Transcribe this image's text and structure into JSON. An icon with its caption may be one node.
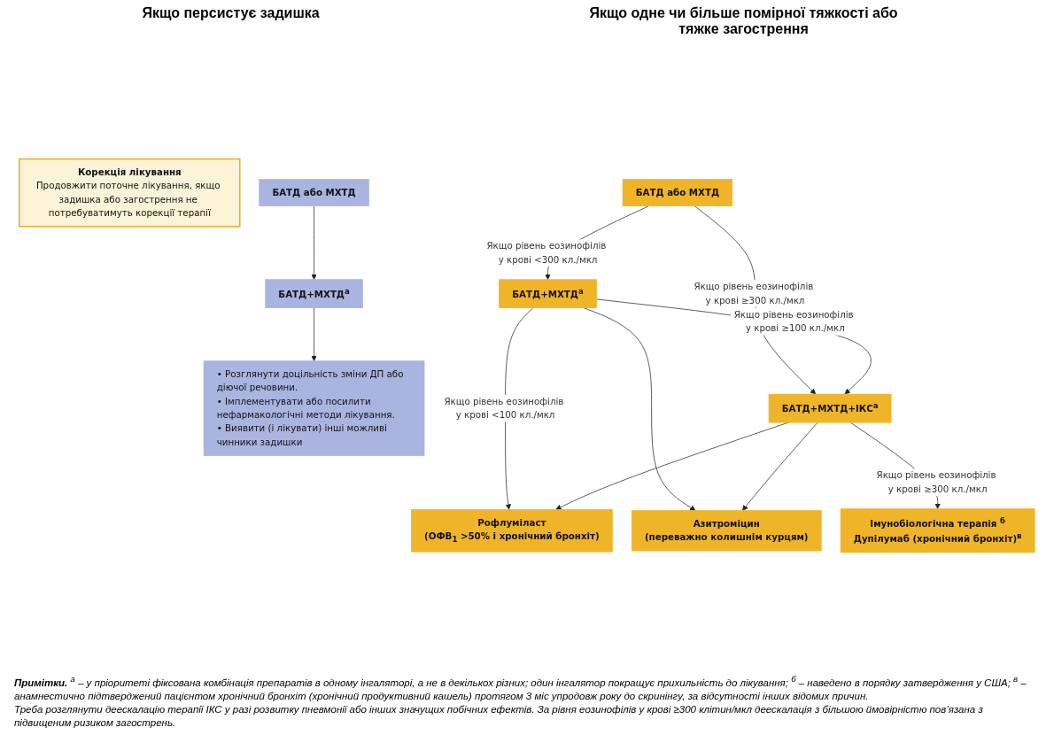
{
  "diagram": {
    "nodes": [
      {
        "text": [
          "Корекція лікування",
          "Продовжити поточне лікування, якщо задишка або загострення не потребуватимуть корекції терапії"
        ]
      },
      {
        "text": [
          "БАТД або МХТД"
        ]
      },
      {
        "text": [
          "БАТД+МХТД$^{а}$"
        ]
      },
      {
        "text": [
          "• Розглянути доцільність зміни ДП або діючої речовини.",
          "• Імплементувати або посилити нефармакологічні методи лікування.",
          "• Виявити (і лікувати) інші можливі чинники задишки"
        ]
      },
      {
        "text": [
          "БАТД або МХТД"
        ]
      },
      {
        "text": [
          "БАТД+МХТД$^{а}$"
        ]
      },
      {
        "text": [
          "БАТД+МХТД+ІКС$^{а}$"
        ]
      },
      {
        "text": [
          "Рофлуміласт",
          "(ОФВ$_{1}$ >50% і хронічний бронхіт)"
        ]
      },
      {
        "text": [
          "Азитроміцин",
          "(переважно колишнім курцям)"
        ]
      },
      {
        "text": [
          "Імунобіологічна терапія $^{б}$",
          "Дупілумаб (хронічний бронхіт)$^{в}$"
        ]
      }
    ],
    "edges": [
      {
        "from": 1,
        "to": 2,
        "arrow": "to"
      },
      {
        "from": 2,
        "to": 3,
        "arrow": "to"
      },
      {
        "from": 4,
        "to": 5,
        "arrow": "to",
        "label": "Якщо рівень еозинофілів у крові <300 кл./мкл"
      },
      {
        "from": 4,
        "to": 6,
        "arrow": "to",
        "label": "Якщо рівень еозинофілів у крові ≥300 кл./мкл"
      },
      {
        "from": 5,
        "to": 6,
        "arrow": "to",
        "label": "Якщо рівень еозинофілів у крові ≥100 кл./мкл"
      },
      {
        "from": 5,
        "to": 7,
        "arrow": "to",
        "label": "Якщо рівень еозинофілів у крові <100 кл./мкл"
      },
      {
        "from": 5,
        "to": 8,
        "arrow": "to"
      },
      {
        "from": 6,
        "to": 7,
        "arrow": "to"
      },
      {
        "from": 6,
        "to": 8,
        "arrow": "to"
      },
      {
        "from": 6,
        "to": 9,
        "arrow": "to",
        "label": "Якщо рівень еозинофілів у крові ≥300 кл./мкл"
      }
    ],
    "labels": [
      "Якщо персистує задишка",
      "Якщо одне чи більше помірної тяжкості або тяжке загострення",
      "**Примітки.** $^{а}$ – у пріоритеті фіксована комбінація препаратів в одному інгаляторі, а не в декількох різних; один інгалятор покращує прихильність до лікування; $^{б}$ – наведено в порядку затвердження у США; $^{в}$ – анамнестично підтверджений пацієнтом хронічний бронхіт (хронічний продуктивний кашель) протягом 3 міс упродовж року до скринінгу, за відсутності інших відомих причин.",
      "Треба розглянути деескалацію терапії ІКС у разі розвитку пневмонії або інших значущих побічних ефектів. За рівня еозинофілів у крові ≥300 клітин/мкл деескалація з більшою ймовірністю пов’язана з підвищеним ризиком загострень."
    ]
  }
}
